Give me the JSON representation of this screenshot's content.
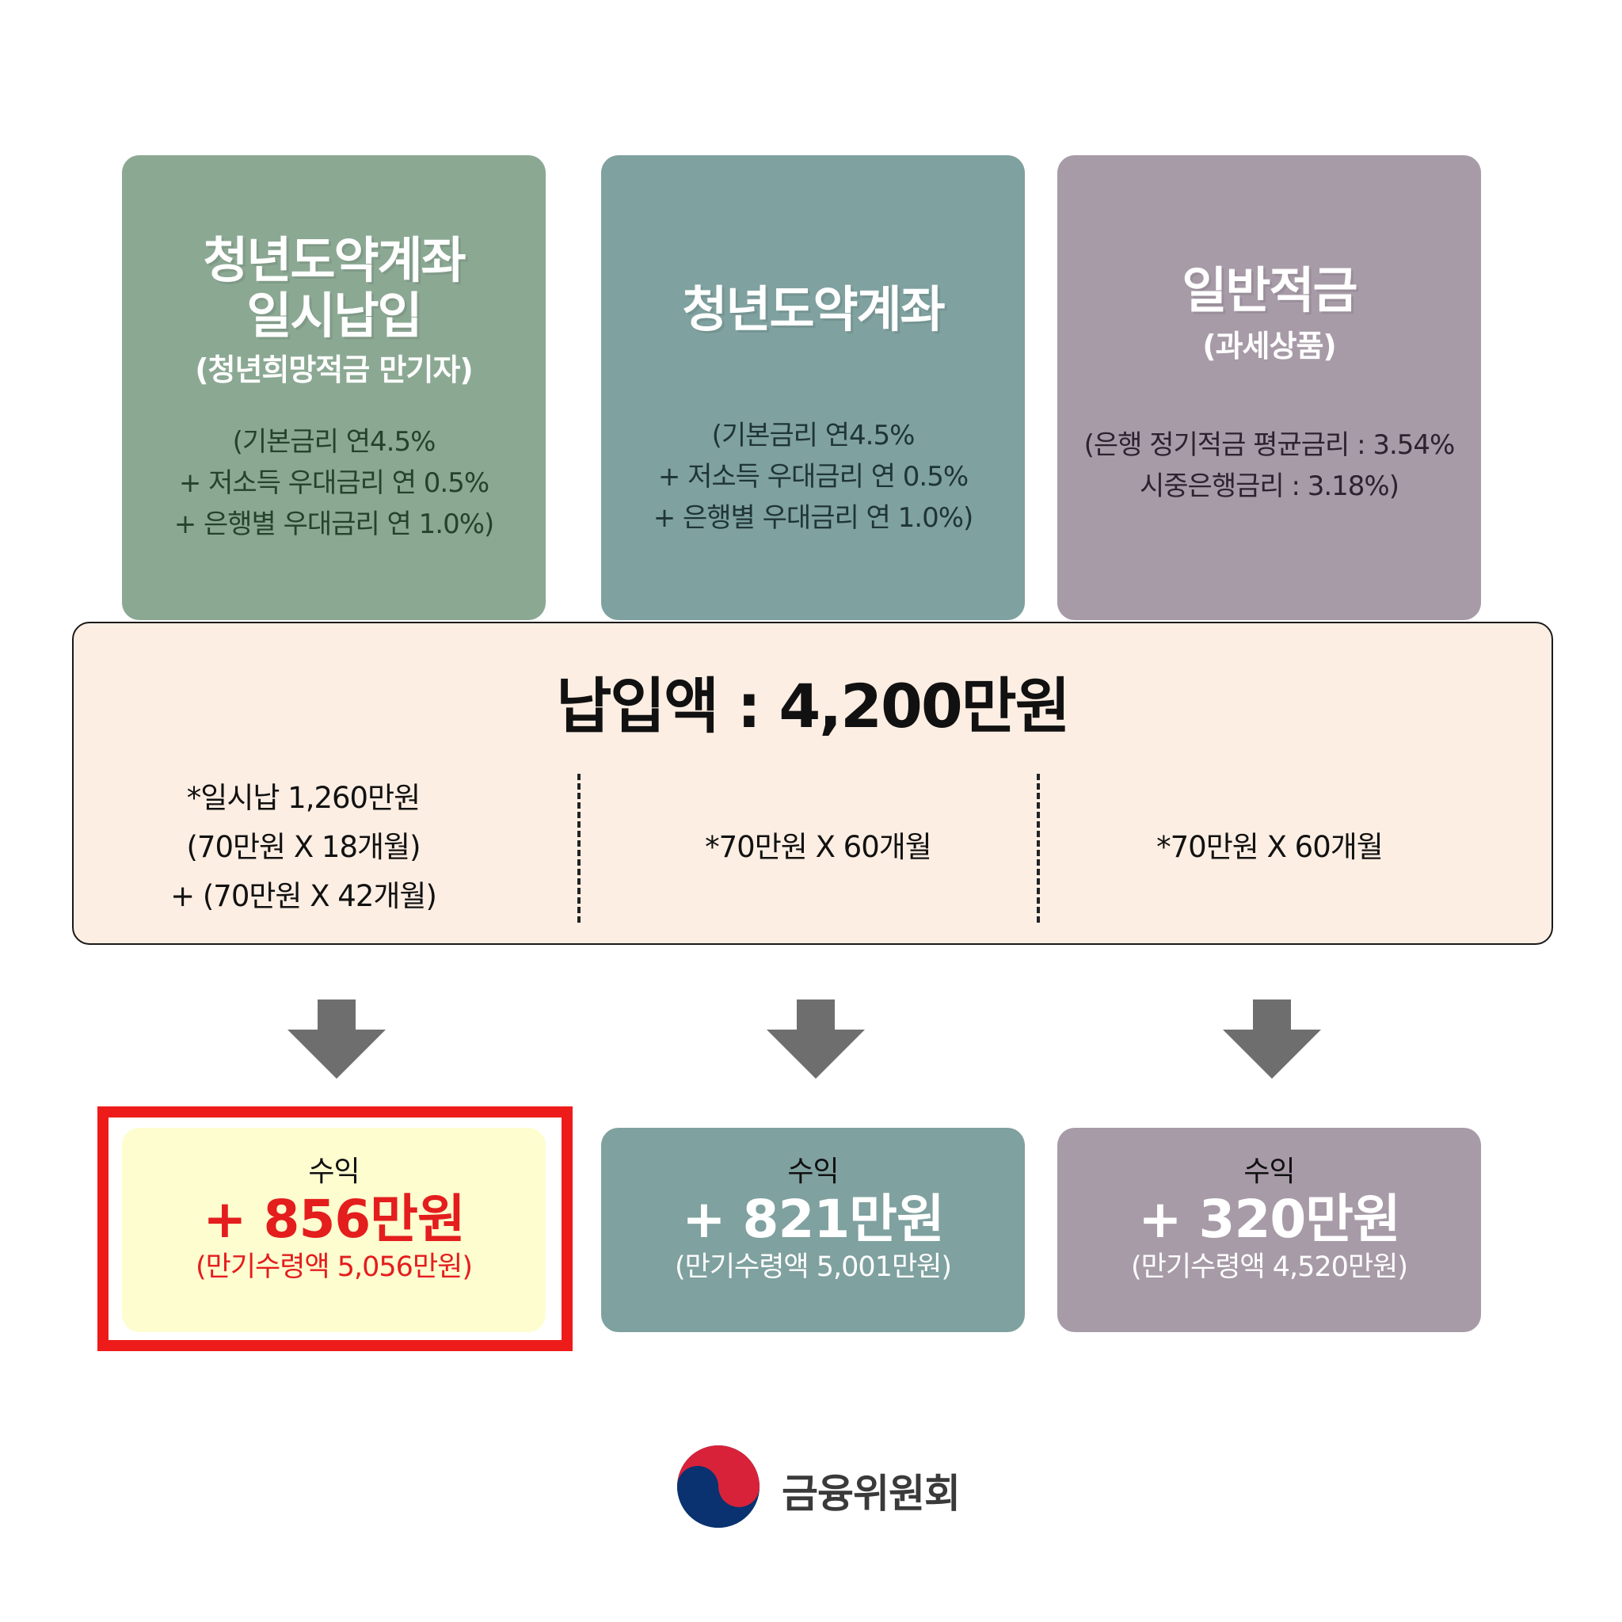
{
  "cards": [
    {
      "title_line1": "청년도약계좌",
      "title_line2": "일시납입",
      "subtitle": "(청년희망적금 만기자)",
      "rate_lines": [
        "(기본금리 연4.5%",
        "+ 저소득 우대금리 연 0.5%",
        "+ 은행별 우대금리 연 1.0%)"
      ]
    },
    {
      "title_line1": "청년도약계좌",
      "rate_lines": [
        "(기본금리 연4.5%",
        "+ 저소득 우대금리 연 0.5%",
        "+ 은행별 우대금리 연 1.0%)"
      ]
    },
    {
      "title_line1": "일반적금",
      "subtitle": "(과세상품)",
      "rate_lines": [
        "(은행 정기적금 평균금리 : 3.54%",
        "시중은행금리 : 3.18%)"
      ]
    }
  ],
  "deposit": {
    "title": "납입액 : 4,200만원",
    "columns": [
      [
        "*일시납 1,260만원",
        "(70만원 X 18개월)",
        "+ (70만원 X 42개월)"
      ],
      [
        "*70만원 X 60개월"
      ],
      [
        "*70만원 X 60개월"
      ]
    ]
  },
  "results": [
    {
      "label": "수익",
      "amount": "+ 856만원",
      "maturity": "(만기수령액 5,056만원)",
      "highlighted": true
    },
    {
      "label": "수익",
      "amount": "+ 821만원",
      "maturity": "(만기수령액 5,001만원)"
    },
    {
      "label": "수익",
      "amount": "+ 320만원",
      "maturity": "(만기수령액 4,520만원)"
    }
  ],
  "footer": {
    "organization": "금융위원회"
  },
  "colors": {
    "card1": "#8ba893",
    "card2": "#7fa19f",
    "card3": "#a79ba7",
    "deposit_bg": "#fdeee3",
    "highlight_frame": "#ee1b1b",
    "highlight_bg": "#fdfdd0",
    "highlight_text": "#e41d1d",
    "arrow": "#6e6e6e"
  }
}
